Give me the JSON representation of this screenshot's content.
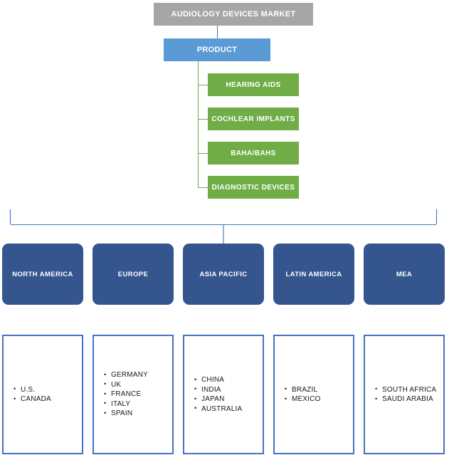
{
  "diagram": {
    "title": "AUDIOLOGY DEVICES MARKET",
    "colors": {
      "root": "#A6A6A6",
      "product": "#5B9BD5",
      "product_children": "#70AD47",
      "region": "#35558F",
      "country_border": "#4472C4",
      "connector_blue": "#4472C4",
      "connector_green": "#70AD47",
      "background": "#FFFFFF",
      "text_light": "#FFFFFF",
      "text_dark": "#1A1A1A"
    },
    "root": {
      "label": "AUDIOLOGY DEVICES MARKET"
    },
    "product_branch": {
      "label": "PRODUCT",
      "children": [
        {
          "label": "HEARING AIDS"
        },
        {
          "label": "COCHLEAR IMPLANTS"
        },
        {
          "label": "BAHA/BAHS"
        },
        {
          "label": "DIAGNOSTIC DEVICES"
        }
      ]
    },
    "regions": [
      {
        "label": "NORTH AMERICA",
        "countries": [
          "U.S.",
          "CANADA"
        ]
      },
      {
        "label": "EUROPE",
        "countries": [
          "GERMANY",
          "UK",
          "FRANCE",
          "ITALY",
          "SPAIN"
        ]
      },
      {
        "label": "ASIA PACIFIC",
        "countries": [
          "CHINA",
          "INDIA",
          "JAPAN",
          "AUSTRALIA"
        ]
      },
      {
        "label": "LATIN AMERICA",
        "countries": [
          "BRAZIL",
          "MEXICO"
        ]
      },
      {
        "label": "MEA",
        "countries": [
          "SOUTH AFRICA",
          "SAUDI ARABIA"
        ]
      }
    ]
  }
}
